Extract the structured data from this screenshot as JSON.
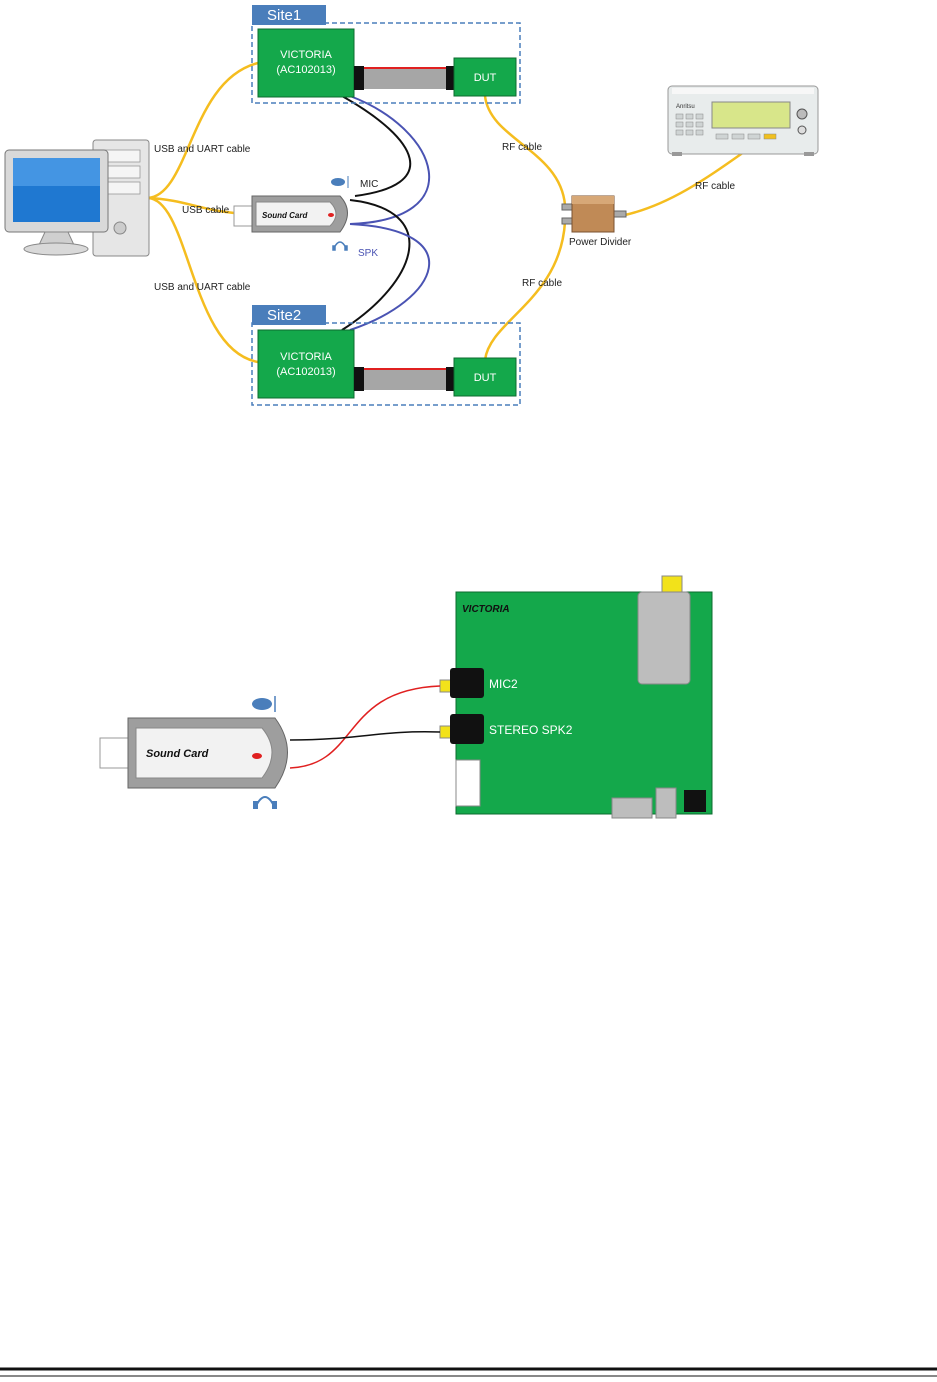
{
  "top_diagram": {
    "site1_label": "Site1",
    "site2_label": "Site2",
    "victoria_line1": "VICTORIA",
    "victoria_line2": "(AC102013)",
    "dut_label": "DUT",
    "usb_uart_cable_label": "USB and UART cable",
    "usb_cable_label": "USB cable",
    "mic_label": "MIC",
    "spk_label": "SPK",
    "sound_card_label": "Sound Card",
    "rf_cable_label": "RF cable",
    "power_divider_label": "Power Divider",
    "instrument_brand": "Anritsu"
  },
  "bottom_diagram": {
    "board_title": "VICTORIA",
    "mic2_label": "MIC2",
    "stereo_spk2_label": "STEREO SPK2",
    "sound_card_label": "Sound Card"
  },
  "colors": {
    "board_green": "#14a84b",
    "site_blue": "#4a7ebb",
    "cable_yellow": "#f5bd1f",
    "cable_blue": "#4a53b3",
    "cable_red": "#e02020"
  }
}
